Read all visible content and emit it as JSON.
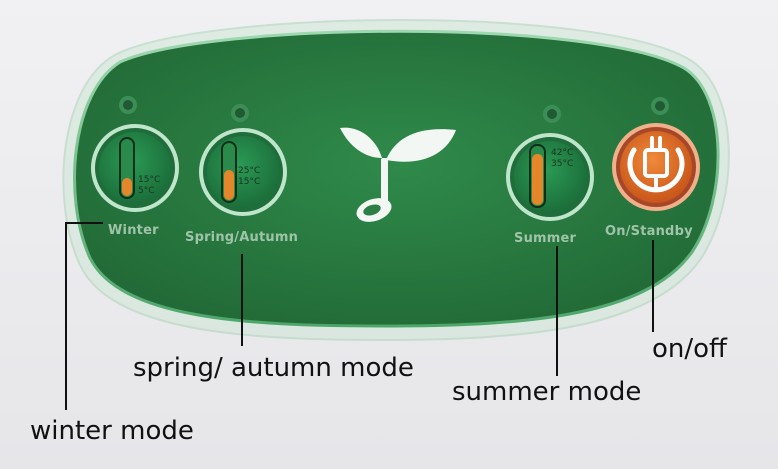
{
  "panel": {
    "colors": {
      "panel_green": "#2e7d45",
      "panel_rim": "#3d9a5a",
      "accent_orange": "#d9651e",
      "label_green": "#9fc4a8"
    },
    "logo_icon": "leaf-music-note-icon",
    "buttons": [
      {
        "id": "winter",
        "label": "Winter",
        "temp_high": "15°C",
        "temp_low": "5°C",
        "icon": "thermometer-low-icon"
      },
      {
        "id": "spring_autumn",
        "label": "Spring/Autumn",
        "temp_high": "25°C",
        "temp_low": "15°C",
        "icon": "thermometer-mid-icon"
      },
      {
        "id": "summer",
        "label": "Summer",
        "temp_high": "42°C",
        "temp_low": "35°C",
        "icon": "thermometer-high-icon"
      },
      {
        "id": "power",
        "label": "On/Standby",
        "icon": "power-plug-icon"
      }
    ]
  },
  "callouts": {
    "winter": "winter mode",
    "spring_autumn": "spring/ autumn mode",
    "summer": "summer mode",
    "power": "on/off"
  }
}
